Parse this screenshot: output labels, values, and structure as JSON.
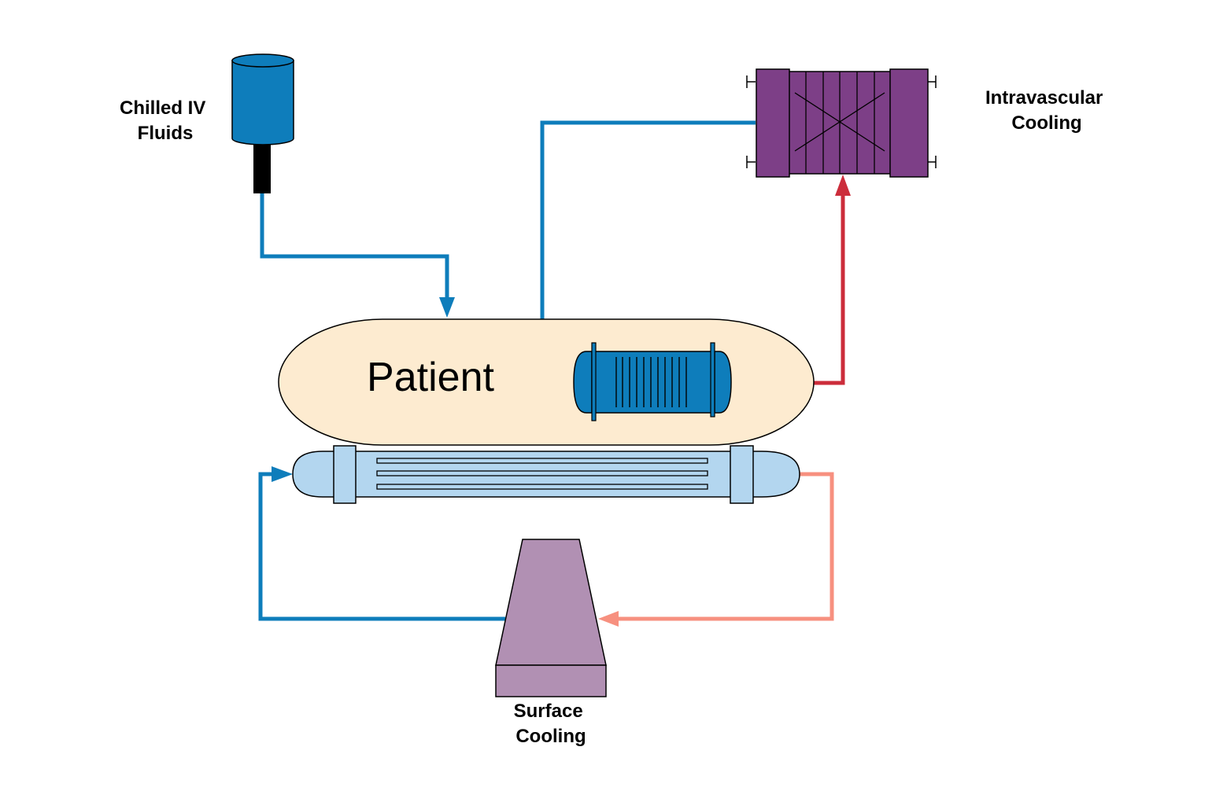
{
  "labels": {
    "chilled_iv": [
      "Chilled IV",
      "Fluids"
    ],
    "intravascular": [
      "Intravascular",
      "Cooling"
    ],
    "surface": [
      "Surface",
      "Cooling"
    ],
    "patient": "Patient"
  },
  "colors": {
    "cold_line": "#0e7dbb",
    "warm_line_intravascular": "#cc2d3b",
    "warm_line_surface": "#f7907f",
    "iv_bag": "#0e7dbb",
    "intravascular_unit": "#7d3f87",
    "patient_body": "#fdebd0",
    "pad": "#b3d6ef",
    "surface_unit": "#b190b3",
    "catheter": "#0e7dbb"
  },
  "icons": {
    "iv_bag": "iv-bag-icon",
    "intravascular_unit": "heat-exchanger-icon",
    "catheter": "catheter-icon",
    "pad": "cooling-pad-icon",
    "surface_unit": "surface-cooling-unit-icon"
  }
}
